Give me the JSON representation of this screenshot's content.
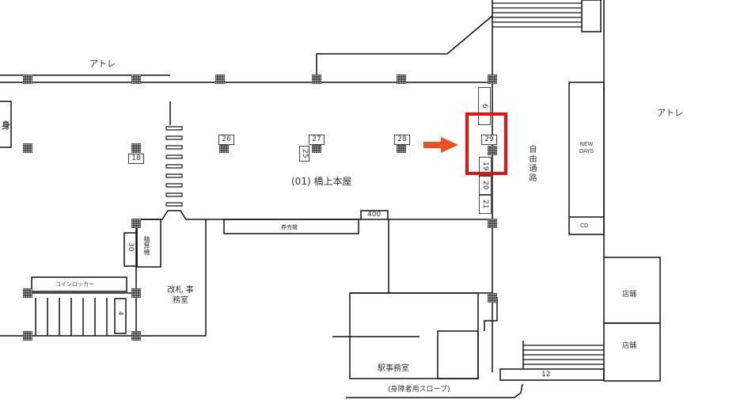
{
  "labels": {
    "atre_left": "アトレ",
    "atre_right": "アトレ",
    "edge_char": "身",
    "main_building": "(01) 橋上本屋",
    "free_passage": "自由通路",
    "newdays": "NEW DAYS",
    "cd": "CD",
    "shop_1": "店舗",
    "shop_2": "店舗",
    "ticket_machine": "券売機",
    "fare_adjust": "精算機",
    "ticket_office": "改札 事務室",
    "coin_locker": "コインロッカー",
    "station_office": "駅事務室",
    "slope": "(身障者用スロープ)"
  },
  "numbers": {
    "n18": "18",
    "n26": "26",
    "n27": "27",
    "n25": "25",
    "n28": "28",
    "n29": "29",
    "n6": "6",
    "n19": "19",
    "n20": "20",
    "n21": "21",
    "n400": "400",
    "n30": "30",
    "n4": "4",
    "n12": "12"
  },
  "highlight": {
    "target": "29",
    "color": "#e8110f",
    "arrow_color": "#f04e23"
  }
}
